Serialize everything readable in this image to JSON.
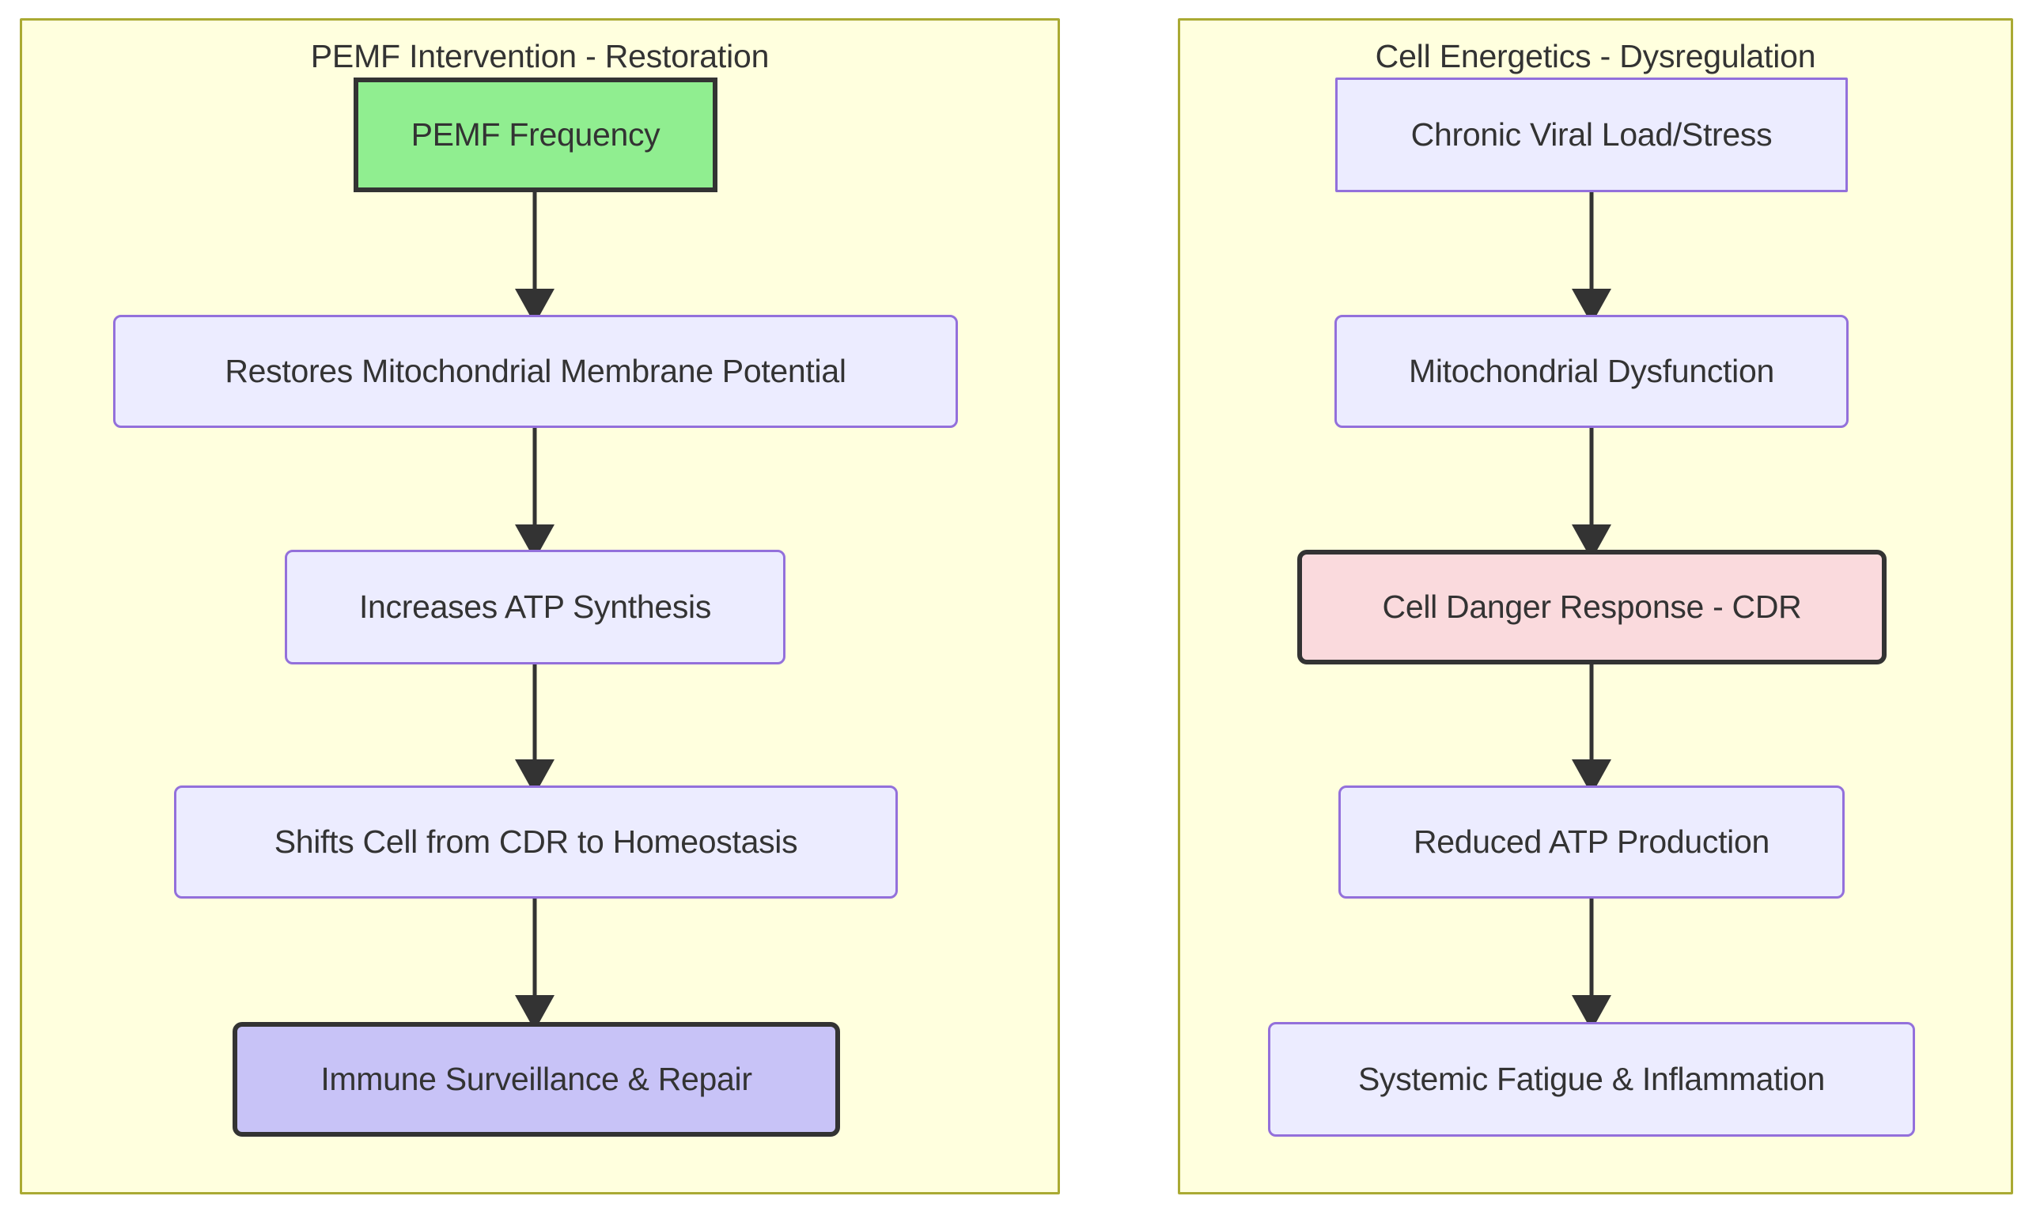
{
  "diagram": {
    "type": "flowchart",
    "direction": "top-to-bottom",
    "background": "#ffffff",
    "panel_fill": "#ffffde",
    "panel_stroke": "#aaaa33",
    "edge_color": "#333333",
    "text_color": "#333333",
    "subgraphs": [
      {
        "id": "left",
        "title": "PEMF Intervention - Restoration",
        "nodes": [
          {
            "id": "pemf_freq",
            "label": "PEMF Frequency",
            "style": "start",
            "fill": "#90ee90",
            "stroke": "#333333"
          },
          {
            "id": "restore_mmp",
            "label": "Restores Mitochondrial Membrane Potential",
            "style": "default",
            "fill": "#ececff",
            "stroke": "#9370db"
          },
          {
            "id": "inc_atp",
            "label": "Increases ATP Synthesis",
            "style": "default",
            "fill": "#ececff",
            "stroke": "#9370db"
          },
          {
            "id": "shift_cdr",
            "label": "Shifts Cell from CDR to Homeostasis",
            "style": "default",
            "fill": "#ececff",
            "stroke": "#9370db"
          },
          {
            "id": "immune_repair",
            "label": "Immune Surveillance & Repair",
            "style": "good",
            "fill": "#c8c3f7",
            "stroke": "#333333"
          }
        ],
        "edges": [
          {
            "from": "pemf_freq",
            "to": "restore_mmp"
          },
          {
            "from": "restore_mmp",
            "to": "inc_atp"
          },
          {
            "from": "inc_atp",
            "to": "shift_cdr"
          },
          {
            "from": "shift_cdr",
            "to": "immune_repair"
          }
        ]
      },
      {
        "id": "right",
        "title": "Cell Energetics - Dysregulation",
        "nodes": [
          {
            "id": "viral_load",
            "label": "Chronic Viral Load/Stress",
            "style": "plain-square",
            "fill": "#ececff",
            "stroke": "#9370db"
          },
          {
            "id": "mito_dys",
            "label": "Mitochondrial Dysfunction",
            "style": "default",
            "fill": "#ececff",
            "stroke": "#9370db"
          },
          {
            "id": "cdr",
            "label": "Cell Danger Response - CDR",
            "style": "danger",
            "fill": "#fadadd",
            "stroke": "#333333"
          },
          {
            "id": "reduced_atp",
            "label": "Reduced ATP Production",
            "style": "default",
            "fill": "#ececff",
            "stroke": "#9370db"
          },
          {
            "id": "systemic_fat",
            "label": "Systemic Fatigue & Inflammation",
            "style": "default",
            "fill": "#ececff",
            "stroke": "#9370db"
          }
        ],
        "edges": [
          {
            "from": "viral_load",
            "to": "mito_dys"
          },
          {
            "from": "mito_dys",
            "to": "cdr"
          },
          {
            "from": "cdr",
            "to": "reduced_atp"
          },
          {
            "from": "reduced_atp",
            "to": "systemic_fat"
          }
        ]
      }
    ]
  }
}
